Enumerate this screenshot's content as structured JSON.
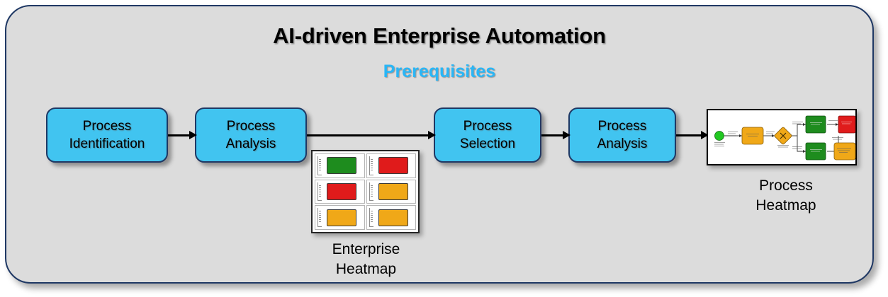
{
  "slide": {
    "title": "AI-driven Enterprise Automation",
    "subtitle": "Prerequisites",
    "accent_color": "#29b6f6",
    "panel_fill": "#dcdcdc",
    "panel_border": "#1f3864",
    "box_fill": "#41c4f0"
  },
  "process_steps": [
    {
      "id": "process-identification",
      "line1": "Process",
      "line2": "Identification"
    },
    {
      "id": "process-analysis-1",
      "line1": "Process",
      "line2": "Analysis"
    },
    {
      "id": "process-selection",
      "line1": "Process",
      "line2": "Selection"
    },
    {
      "id": "process-analysis-2",
      "line1": "Process",
      "line2": "Analysis"
    }
  ],
  "thumbnails": [
    {
      "id": "enterprise-heatmap",
      "caption_line1": "Enterprise",
      "caption_line2": "Heatmap",
      "type": "grid",
      "cells": [
        {
          "color": "#1e8c1e",
          "status": "green"
        },
        {
          "color": "#e01b1b",
          "status": "red"
        },
        {
          "color": "#e01b1b",
          "status": "red"
        },
        {
          "color": "#f0a818",
          "status": "orange"
        },
        {
          "color": "#f0a818",
          "status": "orange"
        },
        {
          "color": "#f0a818",
          "status": "orange"
        }
      ]
    },
    {
      "id": "process-heatmap",
      "caption_line1": "Process",
      "caption_line2": "Heatmap",
      "type": "bpmn",
      "nodes": [
        {
          "shape": "start-event",
          "color": "#22c822"
        },
        {
          "shape": "task",
          "color": "#f0a818"
        },
        {
          "shape": "gateway",
          "color": "#f0a818",
          "marker": "X"
        },
        {
          "shape": "task",
          "color": "#1e8c1e"
        },
        {
          "shape": "task",
          "color": "#1e8c1e"
        },
        {
          "shape": "task",
          "color": "#e01b1b"
        },
        {
          "shape": "task",
          "color": "#f0a818"
        }
      ]
    }
  ]
}
